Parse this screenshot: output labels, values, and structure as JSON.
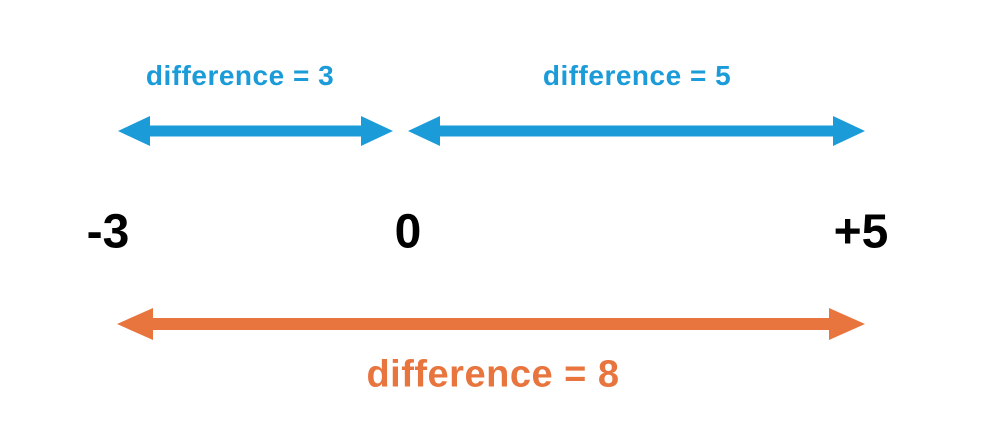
{
  "diagram": {
    "left_segment": {
      "label": "difference = 3"
    },
    "right_segment": {
      "label": "difference = 5"
    },
    "total_segment": {
      "label": "difference = 8"
    },
    "number_line": {
      "left_value": "-3",
      "zero_value": "0",
      "right_value": "+5"
    }
  },
  "colors": {
    "segment_blue": "#1b9cd9",
    "total_orange": "#e8743e",
    "number_black": "#000000",
    "background": "#ffffff"
  }
}
